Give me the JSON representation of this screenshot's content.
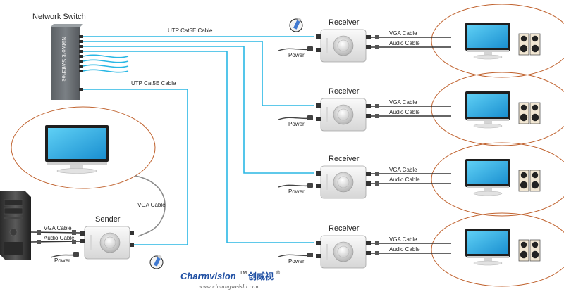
{
  "switch": {
    "title": "Network Switch",
    "body_text": "Network Switches"
  },
  "cables": {
    "utp_top": "UTP Cat5E Cable",
    "utp_sender": "UTP Cat5E Cable",
    "vga_sender": "VGA Cable"
  },
  "sender": {
    "title": "Sender",
    "vga_label": "VGA Cable",
    "audio_label": "Audio Cable",
    "power_label": "Power"
  },
  "receivers": [
    {
      "title": "Receiver",
      "vga_label": "VGA Cable",
      "audio_label": "Audio Cable",
      "power_label": "Power"
    },
    {
      "title": "Receiver",
      "vga_label": "VGA Cable",
      "audio_label": "Audio Cable",
      "power_label": "Power"
    },
    {
      "title": "Receiver",
      "vga_label": "VGA Cable",
      "audio_label": "Audio Cable",
      "power_label": "Power"
    },
    {
      "title": "Receiver",
      "vga_label": "VGA Cable",
      "audio_label": "Audio Cable",
      "power_label": "Power"
    }
  ],
  "brand": {
    "name": "Charmvision",
    "tm": "TM",
    "chinese": "创威视",
    "registered": "®",
    "url": "www.chuangweishi.com"
  },
  "colors": {
    "cable_blue": "#2ab7e4",
    "cable_gray": "#8a8a8a",
    "ellipse_outline": "#c0622e",
    "switch_body": "#6e7377",
    "monitor_screen": "#29a8e0"
  }
}
